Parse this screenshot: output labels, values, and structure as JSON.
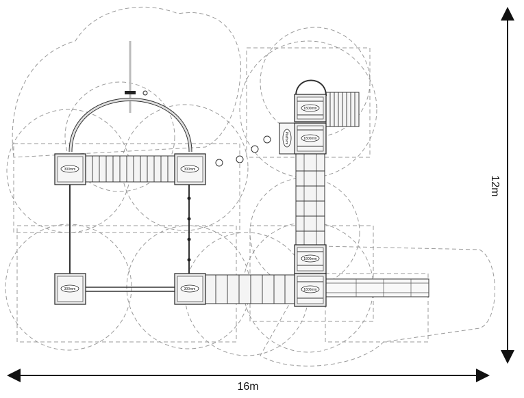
{
  "dimensions": {
    "width_label": "16m",
    "height_label": "12m"
  },
  "deck_labels": {
    "top_left": "300mm",
    "top_right": "300mm",
    "bottom_left": "300mm",
    "bottom_right": "300mm",
    "tower_top": "1800mm",
    "tower_mid": "1800mm",
    "tower_low": "1800mm",
    "tower_base": "1800mm",
    "panel": "Platform"
  },
  "colors": {
    "line": "#222222",
    "zone": "#9a9a9a",
    "background": "#ffffff"
  }
}
